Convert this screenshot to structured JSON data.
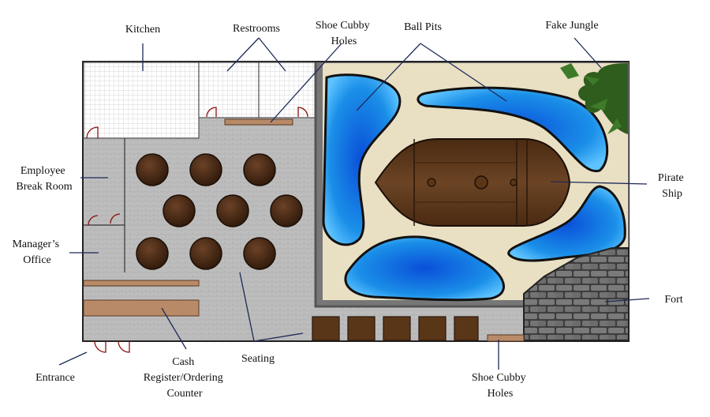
{
  "labels": {
    "kitchen": "Kitchen",
    "restrooms": "Restrooms",
    "shoe_cubby_top": [
      "Shoe Cubby",
      "Holes"
    ],
    "ball_pits": "Ball Pits",
    "fake_jungle": "Fake Jungle",
    "employee_break_room": [
      "Employee",
      "Break Room"
    ],
    "pirate_ship": [
      "Pirate",
      "Ship"
    ],
    "managers_office": [
      "Manager’s",
      "Office"
    ],
    "fort": "Fort",
    "entrance": "Entrance",
    "cash_register": [
      "Cash",
      "Register/Ordering",
      "Counter"
    ],
    "seating": "Seating",
    "shoe_cubby_bottom": [
      "Shoe Cubby",
      "Holes"
    ]
  },
  "colors": {
    "floor_tile": "#bdbdbd",
    "sand": "#e9dfc3",
    "water": "#1a8fe8",
    "wood": "#5a3618",
    "table": "#4a2a14",
    "counter": "#b88a68",
    "leader": "#1d2a57",
    "stone": "#6a6a6a",
    "foliage": "#2f5d1d"
  }
}
